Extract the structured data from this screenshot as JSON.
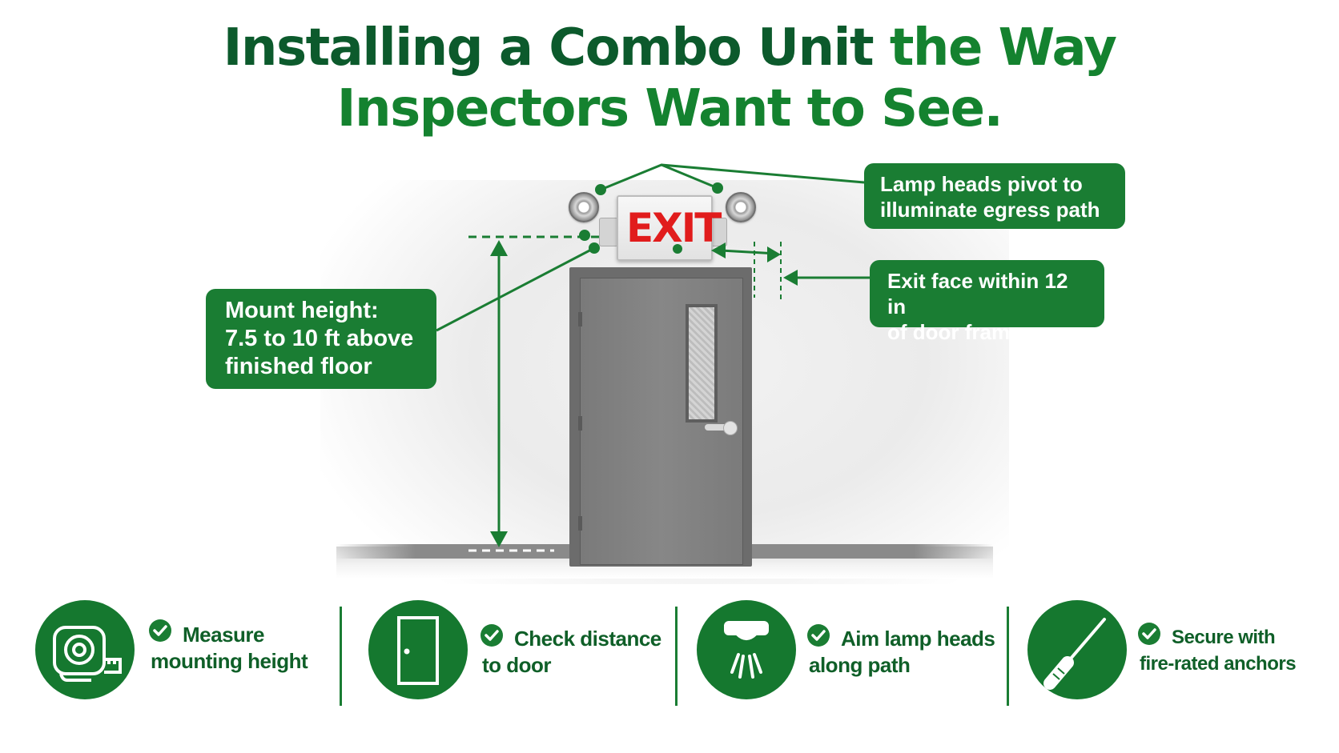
{
  "title": {
    "line1_dark": "Installing a Combo Unit ",
    "line1_bright": "the Way",
    "line2": "Inspectors Want to See."
  },
  "sign": {
    "text": "EXIT",
    "text_color": "#e11c1c"
  },
  "callouts": {
    "lamp_heads": {
      "line1": "Lamp heads pivot to",
      "line2": "illuminate egress path"
    },
    "mount_height": {
      "line1": "Mount height:",
      "line2": "7.5 to 10 ft above",
      "line3": "finished floor"
    },
    "exit_face": {
      "line1": "Exit face within 12 in",
      "line2": "of door frame"
    }
  },
  "steps": [
    {
      "icon": "tape-measure-icon",
      "line1": "Measure",
      "line2": "mounting height"
    },
    {
      "icon": "door-icon",
      "line1": "Check distance",
      "line2": "to door"
    },
    {
      "icon": "lamp-heads-icon",
      "line1": "Aim lamp heads",
      "line2": "along path"
    },
    {
      "icon": "screwdriver-icon",
      "line1": "Secure with",
      "line2": "fire-rated anchors"
    }
  ],
  "colors": {
    "title_dark": "#0c5a2c",
    "title_bright": "#14822f",
    "accent_green": "#1a7d33",
    "door_gray": "#7a7a7a"
  }
}
